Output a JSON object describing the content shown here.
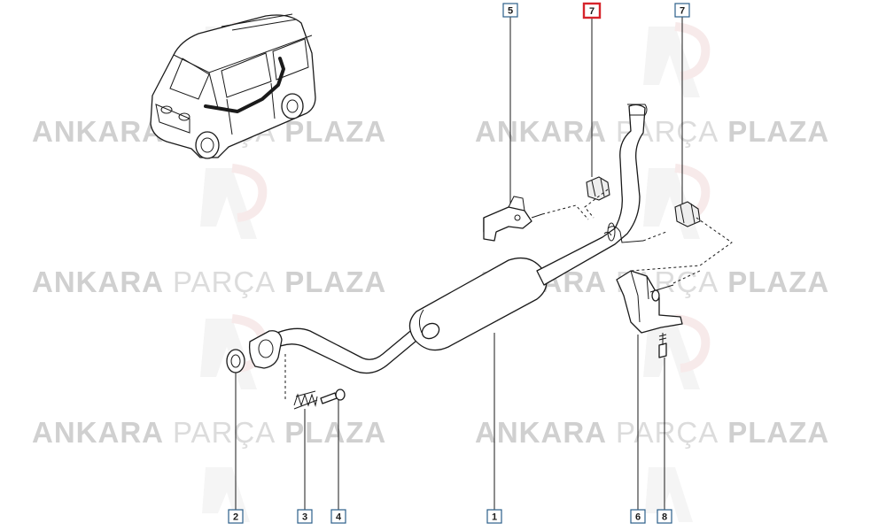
{
  "watermark": {
    "word1": "ANKARA",
    "word2": "PARÇA",
    "word3": "PLAZA"
  },
  "callouts": [
    {
      "id": "c5",
      "label": "5",
      "highlight": false
    },
    {
      "id": "c7a",
      "label": "7",
      "highlight": true
    },
    {
      "id": "c7b",
      "label": "7",
      "highlight": false
    },
    {
      "id": "c2",
      "label": "2",
      "highlight": false
    },
    {
      "id": "c3",
      "label": "3",
      "highlight": false
    },
    {
      "id": "c4",
      "label": "4",
      "highlight": false
    },
    {
      "id": "c1",
      "label": "1",
      "highlight": false
    },
    {
      "id": "c6",
      "label": "6",
      "highlight": false
    },
    {
      "id": "c8",
      "label": "8",
      "highlight": false
    }
  ],
  "colors": {
    "highlight": "#d6242b",
    "callout_border": "#2b5f8a",
    "watermark": "#d9d9d9"
  }
}
